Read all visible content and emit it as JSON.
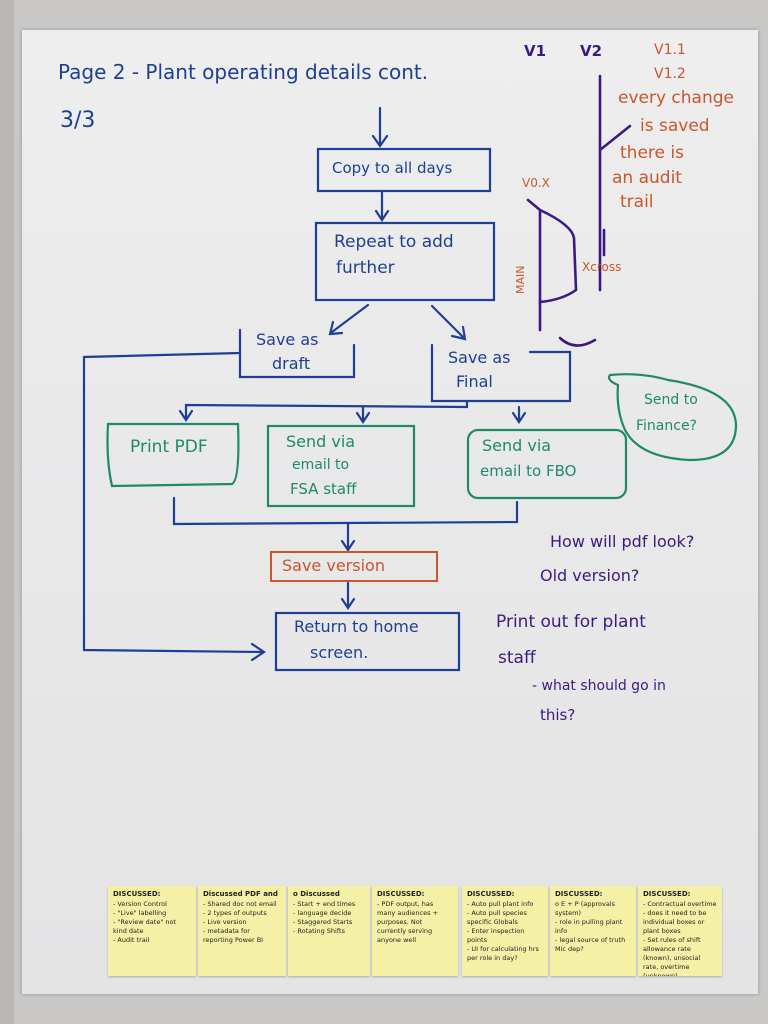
{
  "header": {
    "title": "Page 2 - Plant operating details cont.",
    "page_num": "3/3"
  },
  "flow": {
    "copy": "Copy to all days",
    "repeat_l1": "Repeat to add",
    "repeat_l2": "further",
    "draft_l1": "Save as",
    "draft_l2": "draft",
    "final_l1": "Save as",
    "final_l2": "Final",
    "print_pdf": "Print PDF",
    "fsa_l1": "Send via",
    "fsa_l2": "email to",
    "fsa_l3": "FSA staff",
    "fbo_l1": "Send via",
    "fbo_l2": "email to FBO",
    "save_version": "Save version",
    "return_l1": "Return to home",
    "return_l2": "screen.",
    "finance_l1": "Send to",
    "finance_l2": "Finance?"
  },
  "versioning": {
    "v1": "V1",
    "v2": "V2",
    "v11": "V1.1",
    "v12": "V1.2",
    "note_l1": "every change",
    "note_l2": "is saved",
    "note_l3": "there is",
    "note_l4": "an audit",
    "note_l5": "trail",
    "v0x": "V0.X",
    "main": "MAIN",
    "xcross": "Xcross"
  },
  "questions": {
    "q1_l1": "How will pdf look?",
    "q1_l2": "Old version?",
    "q2_l1": "Print out for plant",
    "q2_l2": "staff",
    "q2_l3": "- what should go in",
    "q2_l4": "this?"
  },
  "stickies": [
    {
      "title": "DISCUSSED:",
      "lines": [
        "- Version Control",
        "- \"Live\" labelling",
        "- \"Review date\" not kind date",
        "- Audit trail"
      ]
    },
    {
      "title": "Discussed PDF and",
      "lines": [
        "- Shared doc not email",
        "- 2 types of outputs",
        "- Live version",
        "- metadata for reporting Power BI"
      ]
    },
    {
      "title": "o Discussed",
      "lines": [
        "- Start + end times",
        "  - language decide",
        "- Staggered Starts",
        "- Rotating Shifts"
      ]
    },
    {
      "title": "DISCUSSED:",
      "lines": [
        "- PDF output, has many audiences + purposes. Not currently serving anyone well"
      ]
    },
    {
      "title": "DISCUSSED:",
      "lines": [
        "- Auto pull plant info",
        "- Auto pull species specific Globals",
        "- Enter inspection points",
        "- UI for calculating hrs per role in day?"
      ]
    },
    {
      "title": "DISCUSSED:",
      "lines": [
        "o E + P (approvals system)",
        "- role in pulling plant info",
        "- legal source of truth Mic dep?"
      ]
    },
    {
      "title": "DISCUSSED:",
      "lines": [
        "- Contractual overtime",
        "- does it need to be individual boxes or plant boxes",
        "- Set rules of shift allowance rate (known), unsocial rate, overtime (unknown)"
      ]
    }
  ],
  "colors": {
    "blue": "#1e3f94",
    "purple": "#3d1a82",
    "orange": "#c9562c",
    "green": "#1f8a68",
    "sticky": "#f4f1a6"
  }
}
